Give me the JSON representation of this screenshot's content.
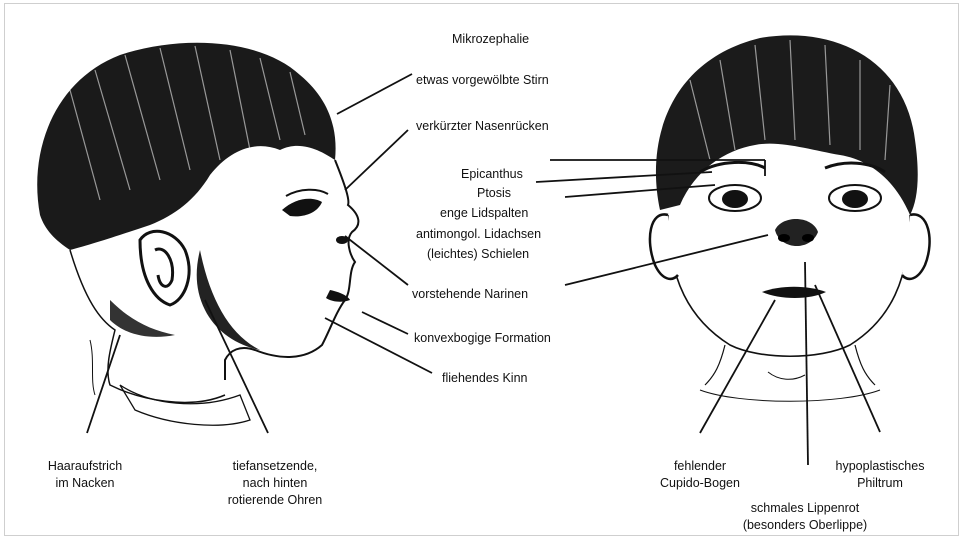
{
  "labels": {
    "mikrozephalie": "Mikrozephalie",
    "stirn": "etwas vorgewölbte Stirn",
    "nasenruecken": "verkürzter Nasenrücken",
    "epicanthus": "Epicanthus",
    "ptosis": "Ptosis",
    "lidspalten": "enge  Lidspalten",
    "lidachsen": "antimongol. Lidachsen",
    "schielen": "(leichtes) Schielen",
    "narinen": "vorstehende Narinen",
    "konvex": "konvexbogige Formation",
    "kinn": "fliehendes Kinn",
    "haar_1": "Haaraufstrich",
    "haar_2": "im Nacken",
    "ohren_1": "tiefansetzende,",
    "ohren_2": "nach hinten",
    "ohren_3": "rotierende Ohren",
    "cupido_1": "fehlender",
    "cupido_2": "Cupido-Bogen",
    "lippenrot_1": "schmales Lippenrot",
    "lippenrot_2": "(besonders Oberlippe)",
    "philtrum_1": "hypoplastisches",
    "philtrum_2": "Philtrum"
  }
}
